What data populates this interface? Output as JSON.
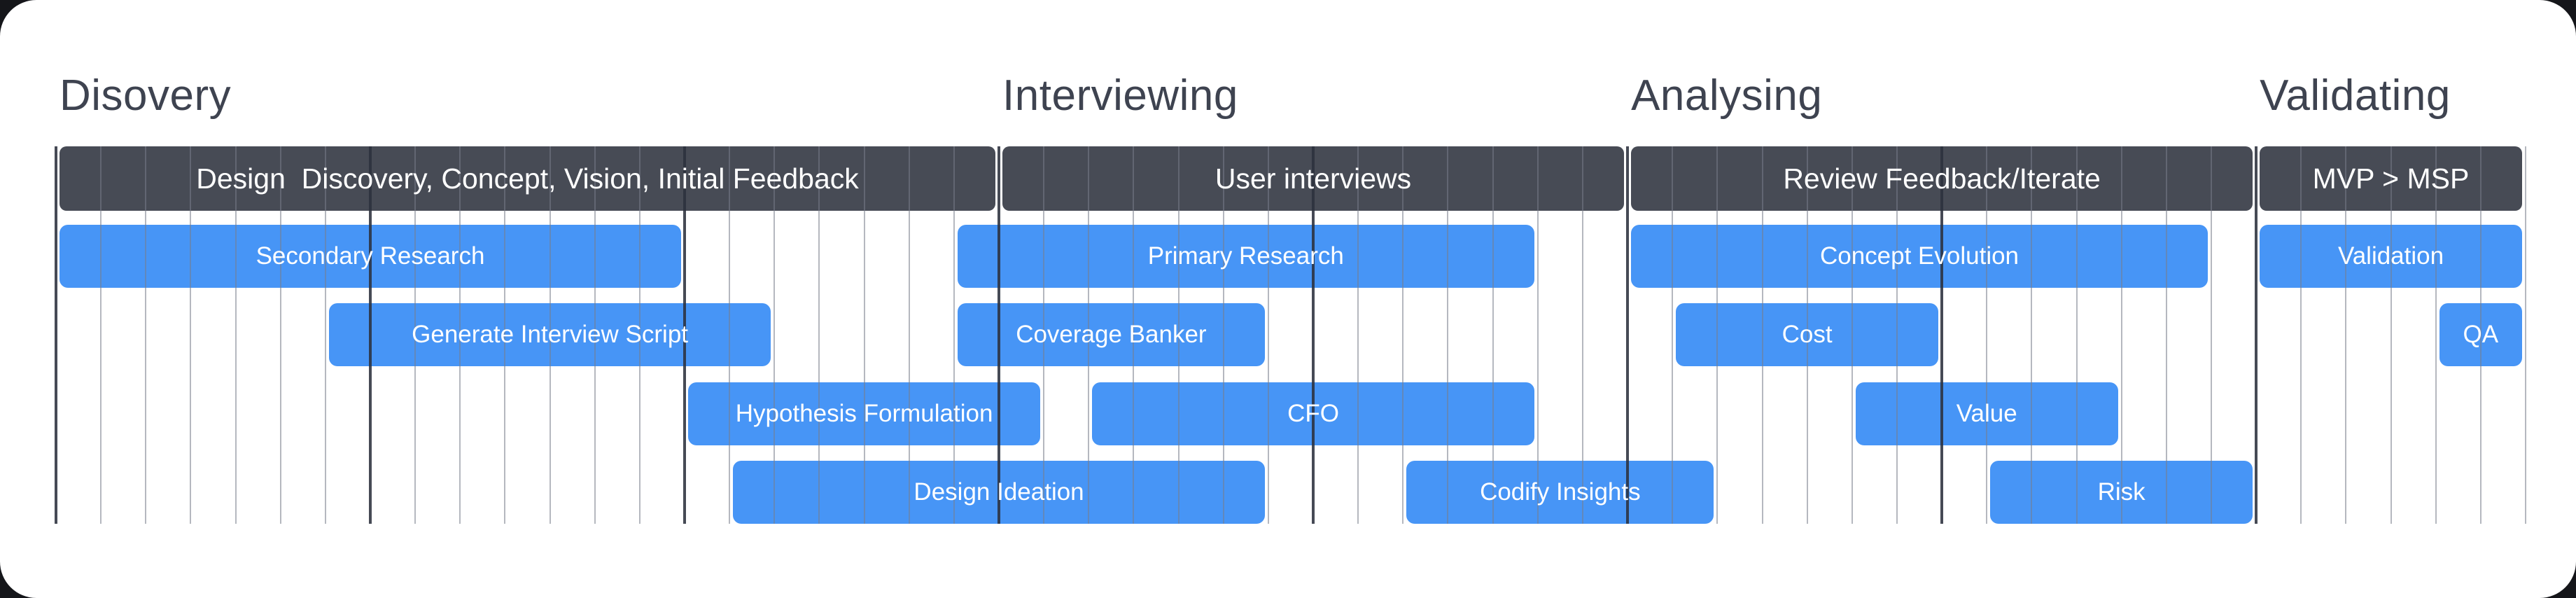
{
  "page": {
    "backdrop_color": "#15161A",
    "card_color": "#FFFFFF"
  },
  "chart_data": {
    "type": "gantt",
    "unit": "days",
    "total_days": 55,
    "week_line_days": [
      0,
      7,
      14,
      21,
      28,
      35,
      42,
      49
    ],
    "grid": "vertical day lines with darker week lines, drawn over the bars",
    "phases": [
      {
        "title": "Disovery",
        "header": "Design  Discovery, Concept, Vision, Initial Feedback",
        "start": 0,
        "end": 21
      },
      {
        "title": "Interviewing",
        "header": "User interviews",
        "start": 21,
        "end": 35
      },
      {
        "title": "Analysing",
        "header": "Review Feedback/Iterate",
        "start": 35,
        "end": 49
      },
      {
        "title": "Validating",
        "header": "MVP > MSP",
        "start": 49,
        "end": 55
      }
    ],
    "tasks": [
      {
        "label": "Secondary Research",
        "row": 1,
        "start": 0,
        "end": 14
      },
      {
        "label": "Primary Research",
        "row": 1,
        "start": 20,
        "end": 33
      },
      {
        "label": "Concept Evolution",
        "row": 1,
        "start": 35,
        "end": 48
      },
      {
        "label": "Validation",
        "row": 1,
        "start": 49,
        "end": 55
      },
      {
        "label": "Generate Interview Script",
        "row": 2,
        "start": 6,
        "end": 16
      },
      {
        "label": "Coverage Banker",
        "row": 2,
        "start": 20,
        "end": 27
      },
      {
        "label": "Cost",
        "row": 2,
        "start": 36,
        "end": 42
      },
      {
        "label": "QA",
        "row": 2,
        "start": 53,
        "end": 55
      },
      {
        "label": "Hypothesis Formulation",
        "row": 3,
        "start": 14,
        "end": 22
      },
      {
        "label": "CFO",
        "row": 3,
        "start": 23,
        "end": 33
      },
      {
        "label": "Value",
        "row": 3,
        "start": 40,
        "end": 46
      },
      {
        "label": "Design Ideation",
        "row": 4,
        "start": 15,
        "end": 27
      },
      {
        "label": "Codify Insights",
        "row": 4,
        "start": 30,
        "end": 37
      },
      {
        "label": "Risk",
        "row": 4,
        "start": 43,
        "end": 49
      }
    ],
    "colors": {
      "phase_bar": "#474B55",
      "task_bar": "#4795F6",
      "title_text": "#3E4350",
      "bar_text": "#FFFFFF",
      "day_line": "rgba(120,126,138,0.55)",
      "week_line": "rgba(44,49,61,0.88)"
    }
  }
}
